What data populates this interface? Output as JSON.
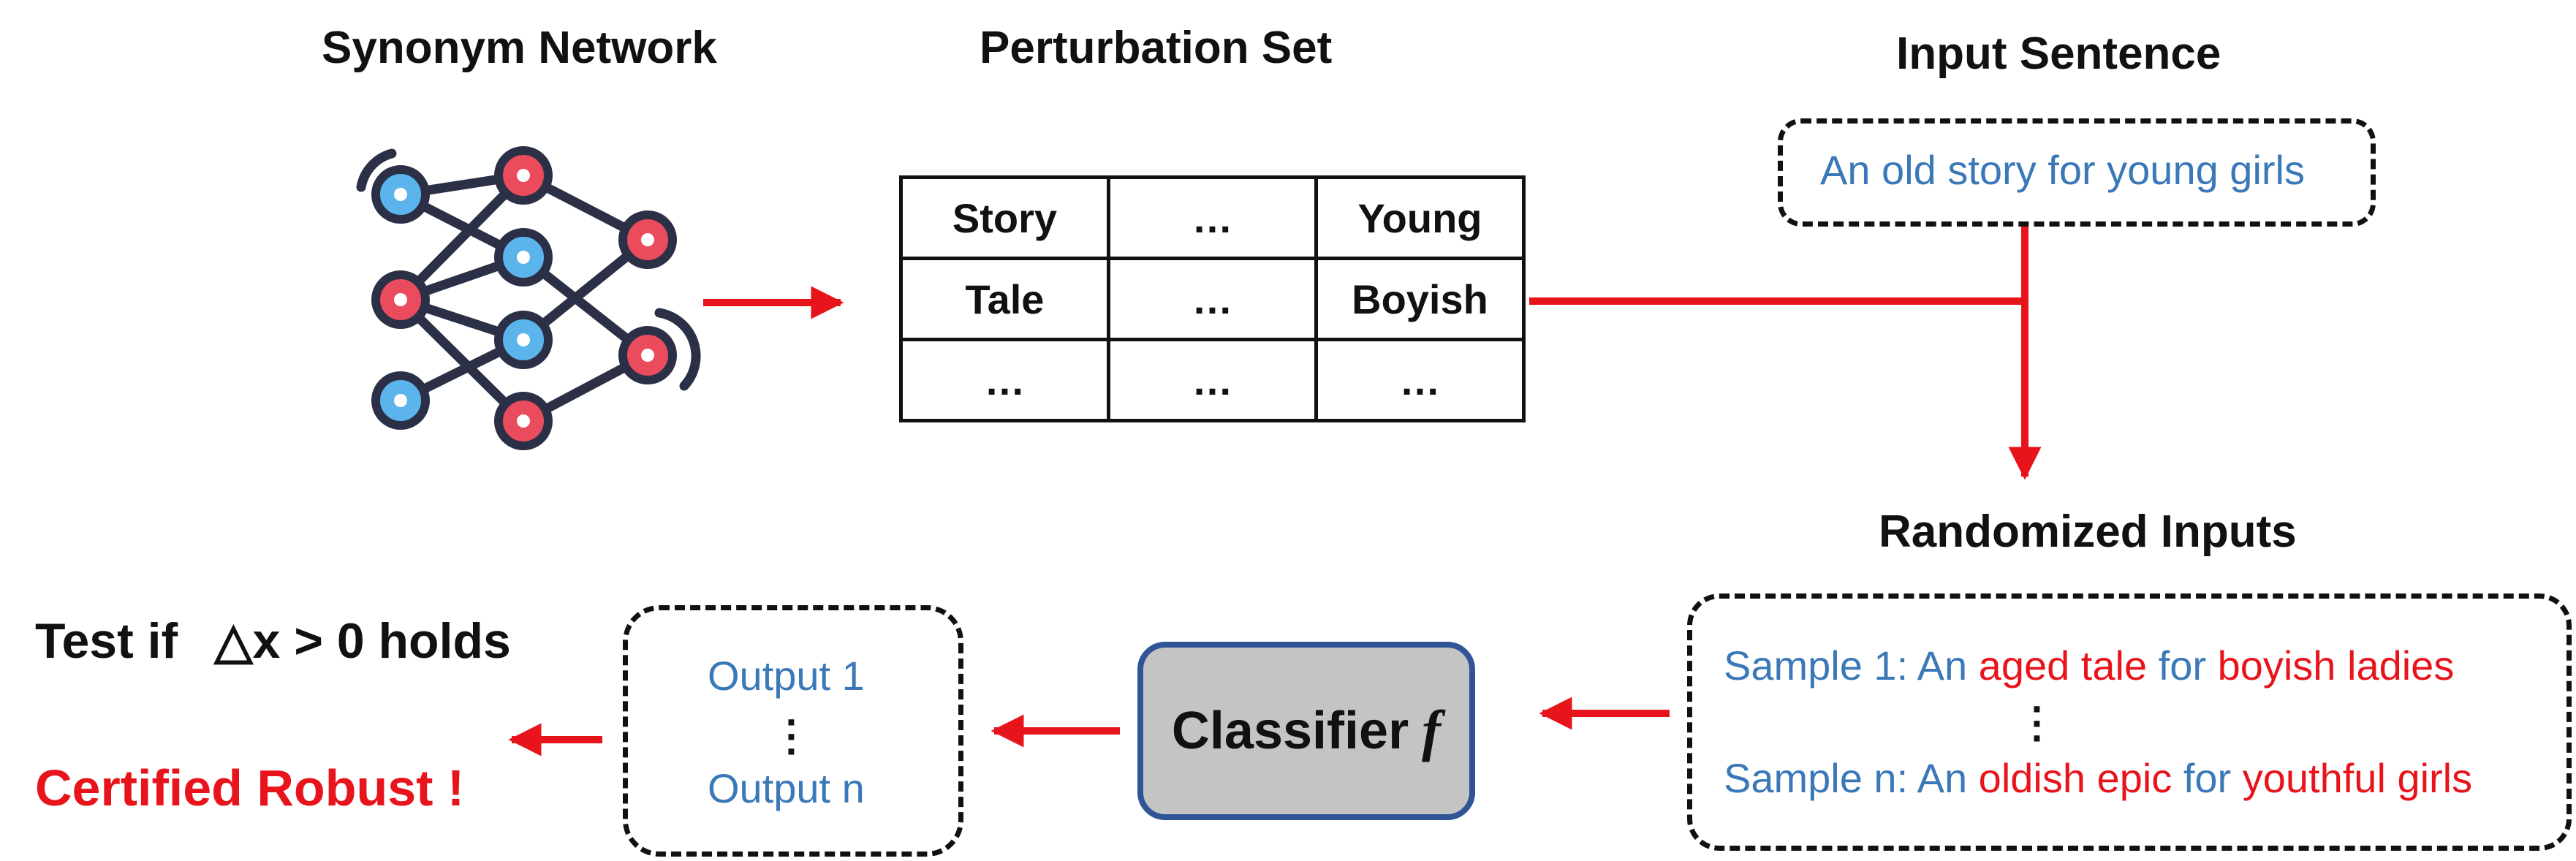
{
  "titles": {
    "synonym_network": "Synonym Network",
    "perturbation_set": "Perturbation Set",
    "input_sentence": "Input Sentence",
    "randomized_inputs": "Randomized Inputs"
  },
  "input_sentence": "An old story for young girls",
  "perturbation_table": [
    [
      "Story",
      "…",
      "Young"
    ],
    [
      "Tale",
      "…",
      "Boyish"
    ],
    [
      "…",
      "…",
      "…"
    ]
  ],
  "samples": {
    "sample1": [
      {
        "text": "Sample 1: An ",
        "color": "blue"
      },
      {
        "text": "aged tale",
        "color": "red"
      },
      {
        "text": " for ",
        "color": "blue"
      },
      {
        "text": "boyish ladies",
        "color": "red"
      }
    ],
    "sample_n": [
      {
        "text": "Sample n: An ",
        "color": "blue"
      },
      {
        "text": "oldish epic",
        "color": "red"
      },
      {
        "text": " for ",
        "color": "blue"
      },
      {
        "text": "youthful girls",
        "color": "red"
      }
    ]
  },
  "classifier": {
    "label": "Classifier",
    "symbol": "f"
  },
  "outputs": {
    "first": "Output 1",
    "last": "Output n"
  },
  "test": {
    "label": "Test if",
    "condition": "△x > 0 holds"
  },
  "result": "Certified Robust !",
  "colors": {
    "blue": "#3a78b8",
    "red": "#e8141c",
    "node_red": "#ea4b5d",
    "node_blue": "#5bb4ec",
    "edge": "#2b3047",
    "box_border": "#2f5597",
    "box_fill": "#c4c4c4"
  },
  "icons": [
    "neural-network-icon"
  ]
}
